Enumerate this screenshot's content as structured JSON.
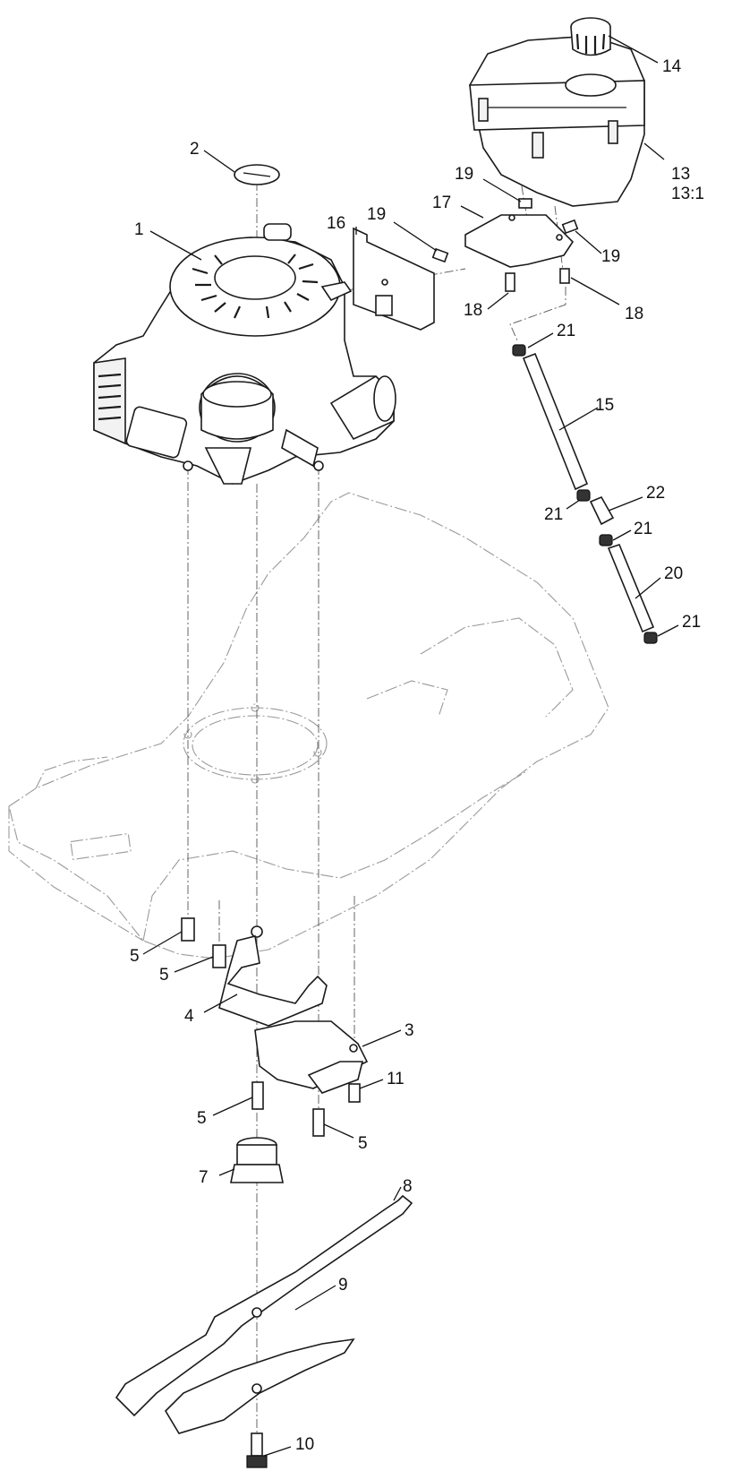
{
  "labels": [
    {
      "id": "1",
      "text": "1"
    },
    {
      "id": "2",
      "text": "2"
    },
    {
      "id": "3",
      "text": "3"
    },
    {
      "id": "4",
      "text": "4"
    },
    {
      "id": "5a",
      "text": "5"
    },
    {
      "id": "5b",
      "text": "5"
    },
    {
      "id": "5c",
      "text": "5"
    },
    {
      "id": "5d",
      "text": "5"
    },
    {
      "id": "7",
      "text": "7"
    },
    {
      "id": "8",
      "text": "8"
    },
    {
      "id": "9",
      "text": "9"
    },
    {
      "id": "10",
      "text": "10"
    },
    {
      "id": "11",
      "text": "11"
    },
    {
      "id": "13",
      "text": "13"
    },
    {
      "id": "13r",
      "text": "13:1"
    },
    {
      "id": "14",
      "text": "14"
    },
    {
      "id": "15",
      "text": "15"
    },
    {
      "id": "16",
      "text": "16"
    },
    {
      "id": "17",
      "text": "17"
    },
    {
      "id": "18a",
      "text": "18"
    },
    {
      "id": "18b",
      "text": "18"
    },
    {
      "id": "19a",
      "text": "19"
    },
    {
      "id": "19b",
      "text": "19"
    },
    {
      "id": "19c",
      "text": "19"
    },
    {
      "id": "20",
      "text": "20"
    },
    {
      "id": "21a",
      "text": "21"
    },
    {
      "id": "21b",
      "text": "21"
    },
    {
      "id": "21c",
      "text": "21"
    },
    {
      "id": "21d",
      "text": "21"
    },
    {
      "id": "22",
      "text": "22"
    }
  ]
}
